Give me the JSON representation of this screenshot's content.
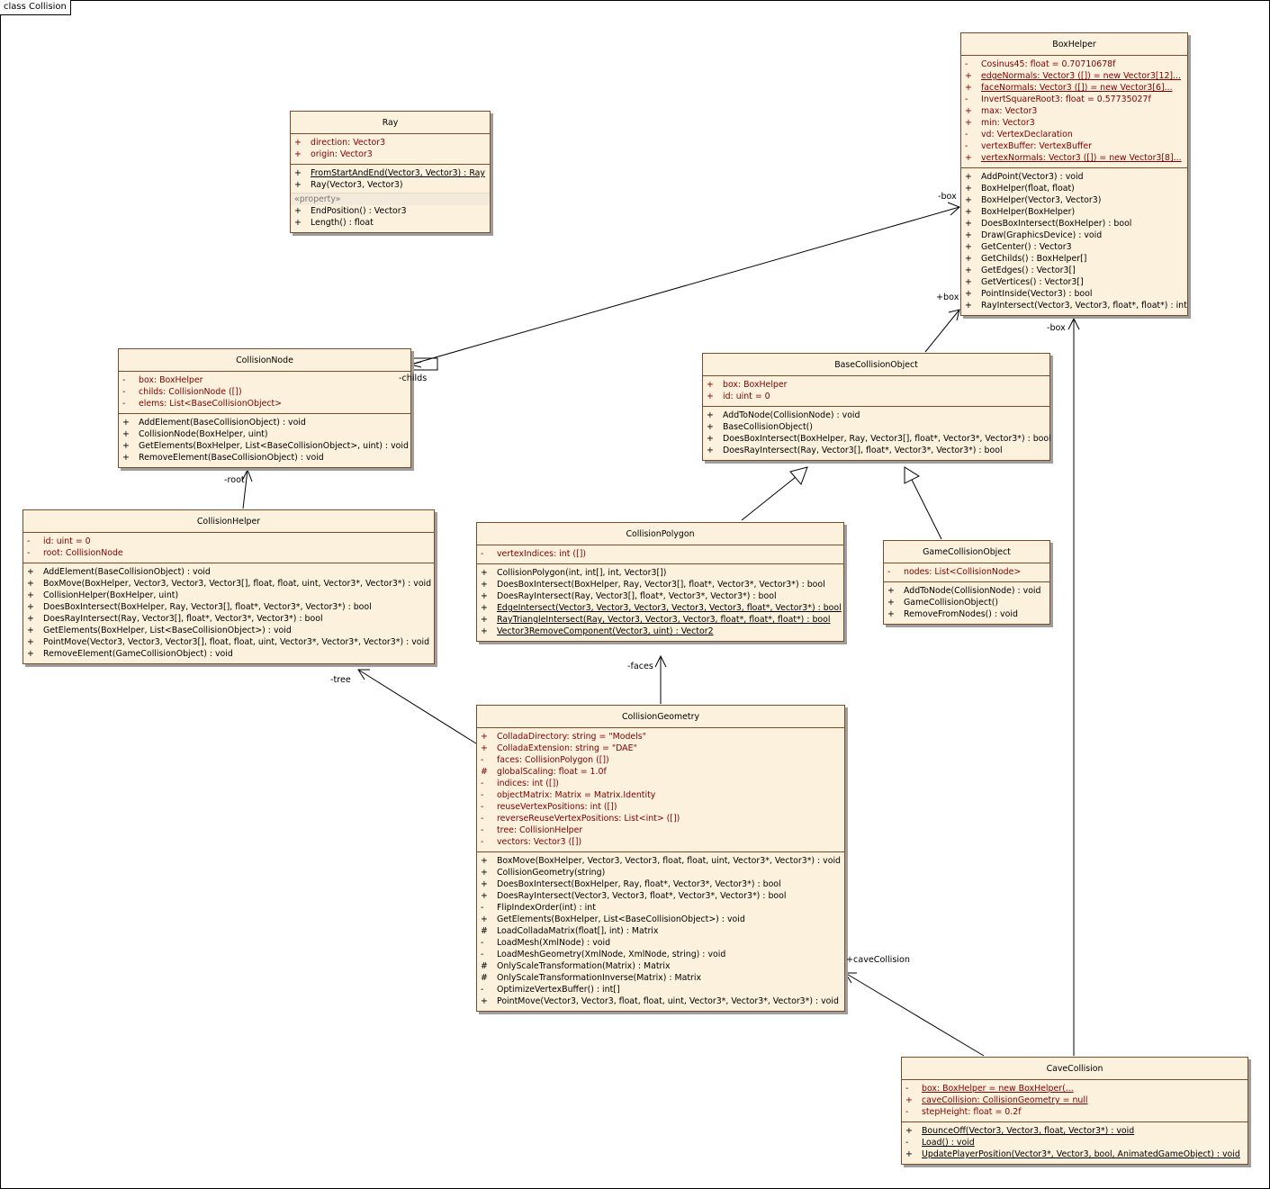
{
  "frame_title": "class Collision",
  "classes": [
    {
      "name": "Ray",
      "attributes": [
        {
          "vis": "+",
          "text": "direction:  Vector3"
        },
        {
          "vis": "+",
          "text": "origin:  Vector3"
        }
      ],
      "operations": [
        {
          "vis": "+",
          "text": "FromStartAndEnd(Vector3, Vector3) : Ray",
          "static": true
        },
        {
          "vis": "+",
          "text": "Ray(Vector3, Vector3)"
        },
        {
          "stereotype": "«property»"
        },
        {
          "vis": "+",
          "text": "EndPosition() : Vector3"
        },
        {
          "vis": "+",
          "text": "Length() : float"
        }
      ]
    },
    {
      "name": "BoxHelper",
      "attributes": [
        {
          "vis": "-",
          "text": "Cosinus45:  float = 0.70710678f"
        },
        {
          "vis": "+",
          "text": "edgeNormals:  Vector3 ([]) = new Vector3[12]...",
          "static": true
        },
        {
          "vis": "+",
          "text": "faceNormals:  Vector3 ([]) = new Vector3[6]...",
          "static": true
        },
        {
          "vis": "-",
          "text": "InvertSquareRoot3:  float = 0.57735027f"
        },
        {
          "vis": "+",
          "text": "max:  Vector3"
        },
        {
          "vis": "+",
          "text": "min:  Vector3"
        },
        {
          "vis": "-",
          "text": "vd:  VertexDeclaration"
        },
        {
          "vis": "-",
          "text": "vertexBuffer:  VertexBuffer"
        },
        {
          "vis": "+",
          "text": "vertexNormals:  Vector3 ([]) = new Vector3[8]...",
          "static": true
        }
      ],
      "operations": [
        {
          "vis": "+",
          "text": "AddPoint(Vector3) : void"
        },
        {
          "vis": "+",
          "text": "BoxHelper(float, float)"
        },
        {
          "vis": "+",
          "text": "BoxHelper(Vector3, Vector3)"
        },
        {
          "vis": "+",
          "text": "BoxHelper(BoxHelper)"
        },
        {
          "vis": "+",
          "text": "DoesBoxIntersect(BoxHelper) : bool"
        },
        {
          "vis": "+",
          "text": "Draw(GraphicsDevice) : void"
        },
        {
          "vis": "+",
          "text": "GetCenter() : Vector3"
        },
        {
          "vis": "+",
          "text": "GetChilds() : BoxHelper[]"
        },
        {
          "vis": "+",
          "text": "GetEdges() : Vector3[]"
        },
        {
          "vis": "+",
          "text": "GetVertices() : Vector3[]"
        },
        {
          "vis": "+",
          "text": "PointInside(Vector3) : bool"
        },
        {
          "vis": "+",
          "text": "RayIntersect(Vector3, Vector3, float*, float*) : int"
        }
      ]
    },
    {
      "name": "CollisionNode",
      "attributes": [
        {
          "vis": "-",
          "text": "box:  BoxHelper"
        },
        {
          "vis": "-",
          "text": "childs:  CollisionNode ([])"
        },
        {
          "vis": "-",
          "text": "elems:  List<BaseCollisionObject>"
        }
      ],
      "operations": [
        {
          "vis": "+",
          "text": "AddElement(BaseCollisionObject) : void"
        },
        {
          "vis": "+",
          "text": "CollisionNode(BoxHelper, uint)"
        },
        {
          "vis": "+",
          "text": "GetElements(BoxHelper, List<BaseCollisionObject>, uint) : void"
        },
        {
          "vis": "+",
          "text": "RemoveElement(BaseCollisionObject) : void"
        }
      ]
    },
    {
      "name": "BaseCollisionObject",
      "attributes": [
        {
          "vis": "+",
          "text": "box:  BoxHelper"
        },
        {
          "vis": "+",
          "text": "id:  uint = 0"
        }
      ],
      "operations": [
        {
          "vis": "+",
          "text": "AddToNode(CollisionNode) : void"
        },
        {
          "vis": "+",
          "text": "BaseCollisionObject()"
        },
        {
          "vis": "+",
          "text": "DoesBoxIntersect(BoxHelper, Ray, Vector3[], float*, Vector3*, Vector3*) : bool"
        },
        {
          "vis": "+",
          "text": "DoesRayIntersect(Ray, Vector3[], float*, Vector3*, Vector3*) : bool"
        }
      ]
    },
    {
      "name": "CollisionHelper",
      "attributes": [
        {
          "vis": "-",
          "text": "id:  uint = 0"
        },
        {
          "vis": "-",
          "text": "root:  CollisionNode"
        }
      ],
      "operations": [
        {
          "vis": "+",
          "text": "AddElement(BaseCollisionObject) : void"
        },
        {
          "vis": "+",
          "text": "BoxMove(BoxHelper, Vector3, Vector3, Vector3[], float, float, uint, Vector3*, Vector3*) : void"
        },
        {
          "vis": "+",
          "text": "CollisionHelper(BoxHelper, uint)"
        },
        {
          "vis": "+",
          "text": "DoesBoxIntersect(BoxHelper, Ray, Vector3[], float*, Vector3*, Vector3*) : bool"
        },
        {
          "vis": "+",
          "text": "DoesRayIntersect(Ray, Vector3[], float*, Vector3*, Vector3*) : bool"
        },
        {
          "vis": "+",
          "text": "GetElements(BoxHelper, List<BaseCollisionObject>) : void"
        },
        {
          "vis": "+",
          "text": "PointMove(Vector3, Vector3, Vector3[], float, float, uint, Vector3*, Vector3*, Vector3*) : void"
        },
        {
          "vis": "+",
          "text": "RemoveElement(GameCollisionObject) : void"
        }
      ]
    },
    {
      "name": "CollisionPolygon",
      "attributes": [
        {
          "vis": "-",
          "text": "vertexIndices:  int ([])"
        }
      ],
      "operations": [
        {
          "vis": "+",
          "text": "CollisionPolygon(int, int[], int, Vector3[])"
        },
        {
          "vis": "+",
          "text": "DoesBoxIntersect(BoxHelper, Ray, Vector3[], float*, Vector3*, Vector3*) : bool"
        },
        {
          "vis": "+",
          "text": "DoesRayIntersect(Ray, Vector3[], float*, Vector3*, Vector3*) : bool"
        },
        {
          "vis": "+",
          "text": "EdgeIntersect(Vector3, Vector3, Vector3, Vector3, Vector3, float*, Vector3*) : bool",
          "static": true
        },
        {
          "vis": "+",
          "text": "RayTriangleIntersect(Ray, Vector3, Vector3, Vector3, float*, float*, float*) : bool",
          "static": true
        },
        {
          "vis": "+",
          "text": "Vector3RemoveComponent(Vector3, uint) : Vector2",
          "static": true
        }
      ]
    },
    {
      "name": "GameCollisionObject",
      "attributes": [
        {
          "vis": "-",
          "text": "nodes:  List<CollisionNode>"
        }
      ],
      "operations": [
        {
          "vis": "+",
          "text": "AddToNode(CollisionNode) : void"
        },
        {
          "vis": "+",
          "text": "GameCollisionObject()"
        },
        {
          "vis": "+",
          "text": "RemoveFromNodes() : void"
        }
      ]
    },
    {
      "name": "CollisionGeometry",
      "attributes": [
        {
          "vis": "+",
          "text": "ColladaDirectory:  string = \"Models\""
        },
        {
          "vis": "+",
          "text": "ColladaExtension:  string = \"DAE\""
        },
        {
          "vis": "-",
          "text": "faces:  CollisionPolygon ([])"
        },
        {
          "vis": "#",
          "text": "globalScaling:  float = 1.0f"
        },
        {
          "vis": "-",
          "text": "indices:  int ([])"
        },
        {
          "vis": "-",
          "text": "objectMatrix:  Matrix = Matrix.Identity"
        },
        {
          "vis": "-",
          "text": "reuseVertexPositions:  int ([])"
        },
        {
          "vis": "-",
          "text": "reverseReuseVertexPositions:  List<int> ([])"
        },
        {
          "vis": "-",
          "text": "tree:  CollisionHelper"
        },
        {
          "vis": "-",
          "text": "vectors:  Vector3 ([])"
        }
      ],
      "operations": [
        {
          "vis": "+",
          "text": "BoxMove(BoxHelper, Vector3, Vector3, float, float, uint, Vector3*, Vector3*) : void"
        },
        {
          "vis": "+",
          "text": "CollisionGeometry(string)"
        },
        {
          "vis": "+",
          "text": "DoesBoxIntersect(BoxHelper, Ray, float*, Vector3*, Vector3*) : bool"
        },
        {
          "vis": "+",
          "text": "DoesRayIntersect(Vector3, Vector3, float*, Vector3*, Vector3*) : bool"
        },
        {
          "vis": "-",
          "text": "FlipIndexOrder(int) : int"
        },
        {
          "vis": "+",
          "text": "GetElements(BoxHelper, List<BaseCollisionObject>) : void"
        },
        {
          "vis": "#",
          "text": "LoadColladaMatrix(float[], int) : Matrix"
        },
        {
          "vis": "-",
          "text": "LoadMesh(XmlNode) : void"
        },
        {
          "vis": "-",
          "text": "LoadMeshGeometry(XmlNode, XmlNode, string) : void"
        },
        {
          "vis": "#",
          "text": "OnlyScaleTransformation(Matrix) : Matrix"
        },
        {
          "vis": "#",
          "text": "OnlyScaleTransformationInverse(Matrix) : Matrix"
        },
        {
          "vis": "-",
          "text": "OptimizeVertexBuffer() : int[]"
        },
        {
          "vis": "+",
          "text": "PointMove(Vector3, Vector3, float, float, uint, Vector3*, Vector3*, Vector3*) : void"
        }
      ]
    },
    {
      "name": "CaveCollision",
      "attributes": [
        {
          "vis": "-",
          "text": "box:  BoxHelper = new BoxHelper(...",
          "static": true
        },
        {
          "vis": "+",
          "text": "caveCollision:  CollisionGeometry = null",
          "static": true
        },
        {
          "vis": "-",
          "text": "stepHeight:  float = 0.2f"
        }
      ],
      "operations": [
        {
          "vis": "+",
          "text": "BounceOff(Vector3, Vector3, float, Vector3*) : void",
          "static": true
        },
        {
          "vis": "-",
          "text": "Load() : void",
          "static": true
        },
        {
          "vis": "+",
          "text": "UpdatePlayerPosition(Vector3*, Vector3, bool, AnimatedGameObject) : void",
          "static": true
        }
      ]
    }
  ],
  "role_labels": [
    "-box",
    "+box",
    "-box",
    "-childs",
    "-root",
    "-tree",
    "-faces",
    "+caveCollision"
  ]
}
